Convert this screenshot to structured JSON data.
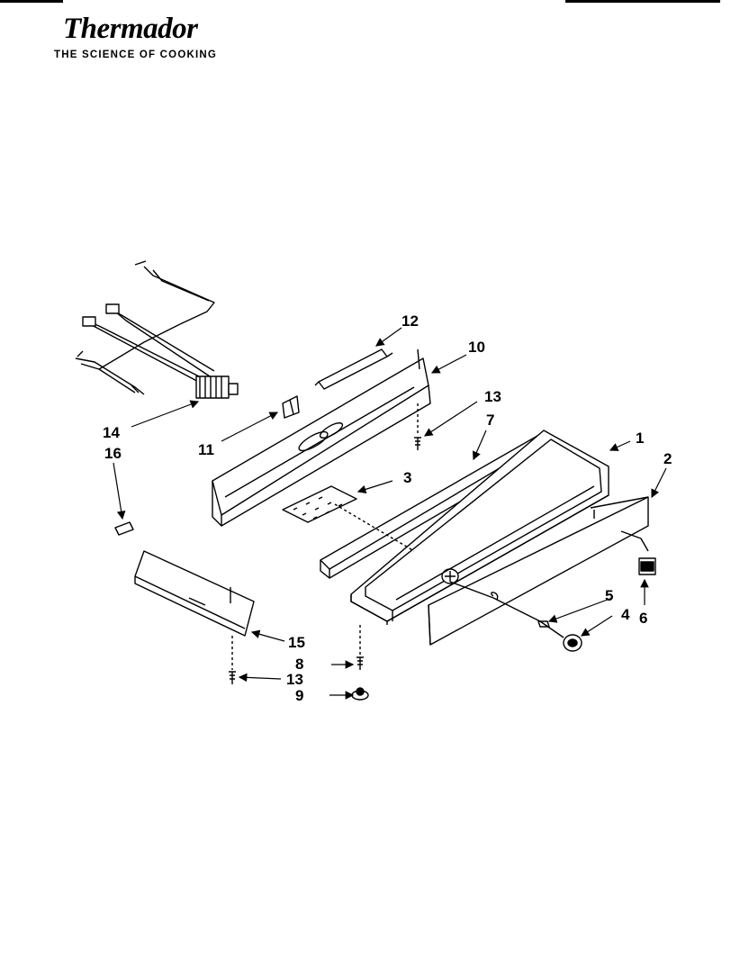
{
  "header": {
    "brand": "Thermador",
    "tagline": "THE SCIENCE OF COOKING"
  },
  "parts": [
    {
      "id": "p1",
      "label": "1"
    },
    {
      "id": "p2",
      "label": "2"
    },
    {
      "id": "p3",
      "label": "3"
    },
    {
      "id": "p4",
      "label": "4"
    },
    {
      "id": "p5",
      "label": "5"
    },
    {
      "id": "p6",
      "label": "6"
    },
    {
      "id": "p7",
      "label": "7"
    },
    {
      "id": "p8",
      "label": "8"
    },
    {
      "id": "p9",
      "label": "9"
    },
    {
      "id": "p10",
      "label": "10"
    },
    {
      "id": "p11",
      "label": "11"
    },
    {
      "id": "p12",
      "label": "12"
    },
    {
      "id": "p13a",
      "label": "13"
    },
    {
      "id": "p13b",
      "label": "13"
    },
    {
      "id": "p14",
      "label": "14"
    },
    {
      "id": "p15",
      "label": "15"
    },
    {
      "id": "p16",
      "label": "16"
    }
  ]
}
